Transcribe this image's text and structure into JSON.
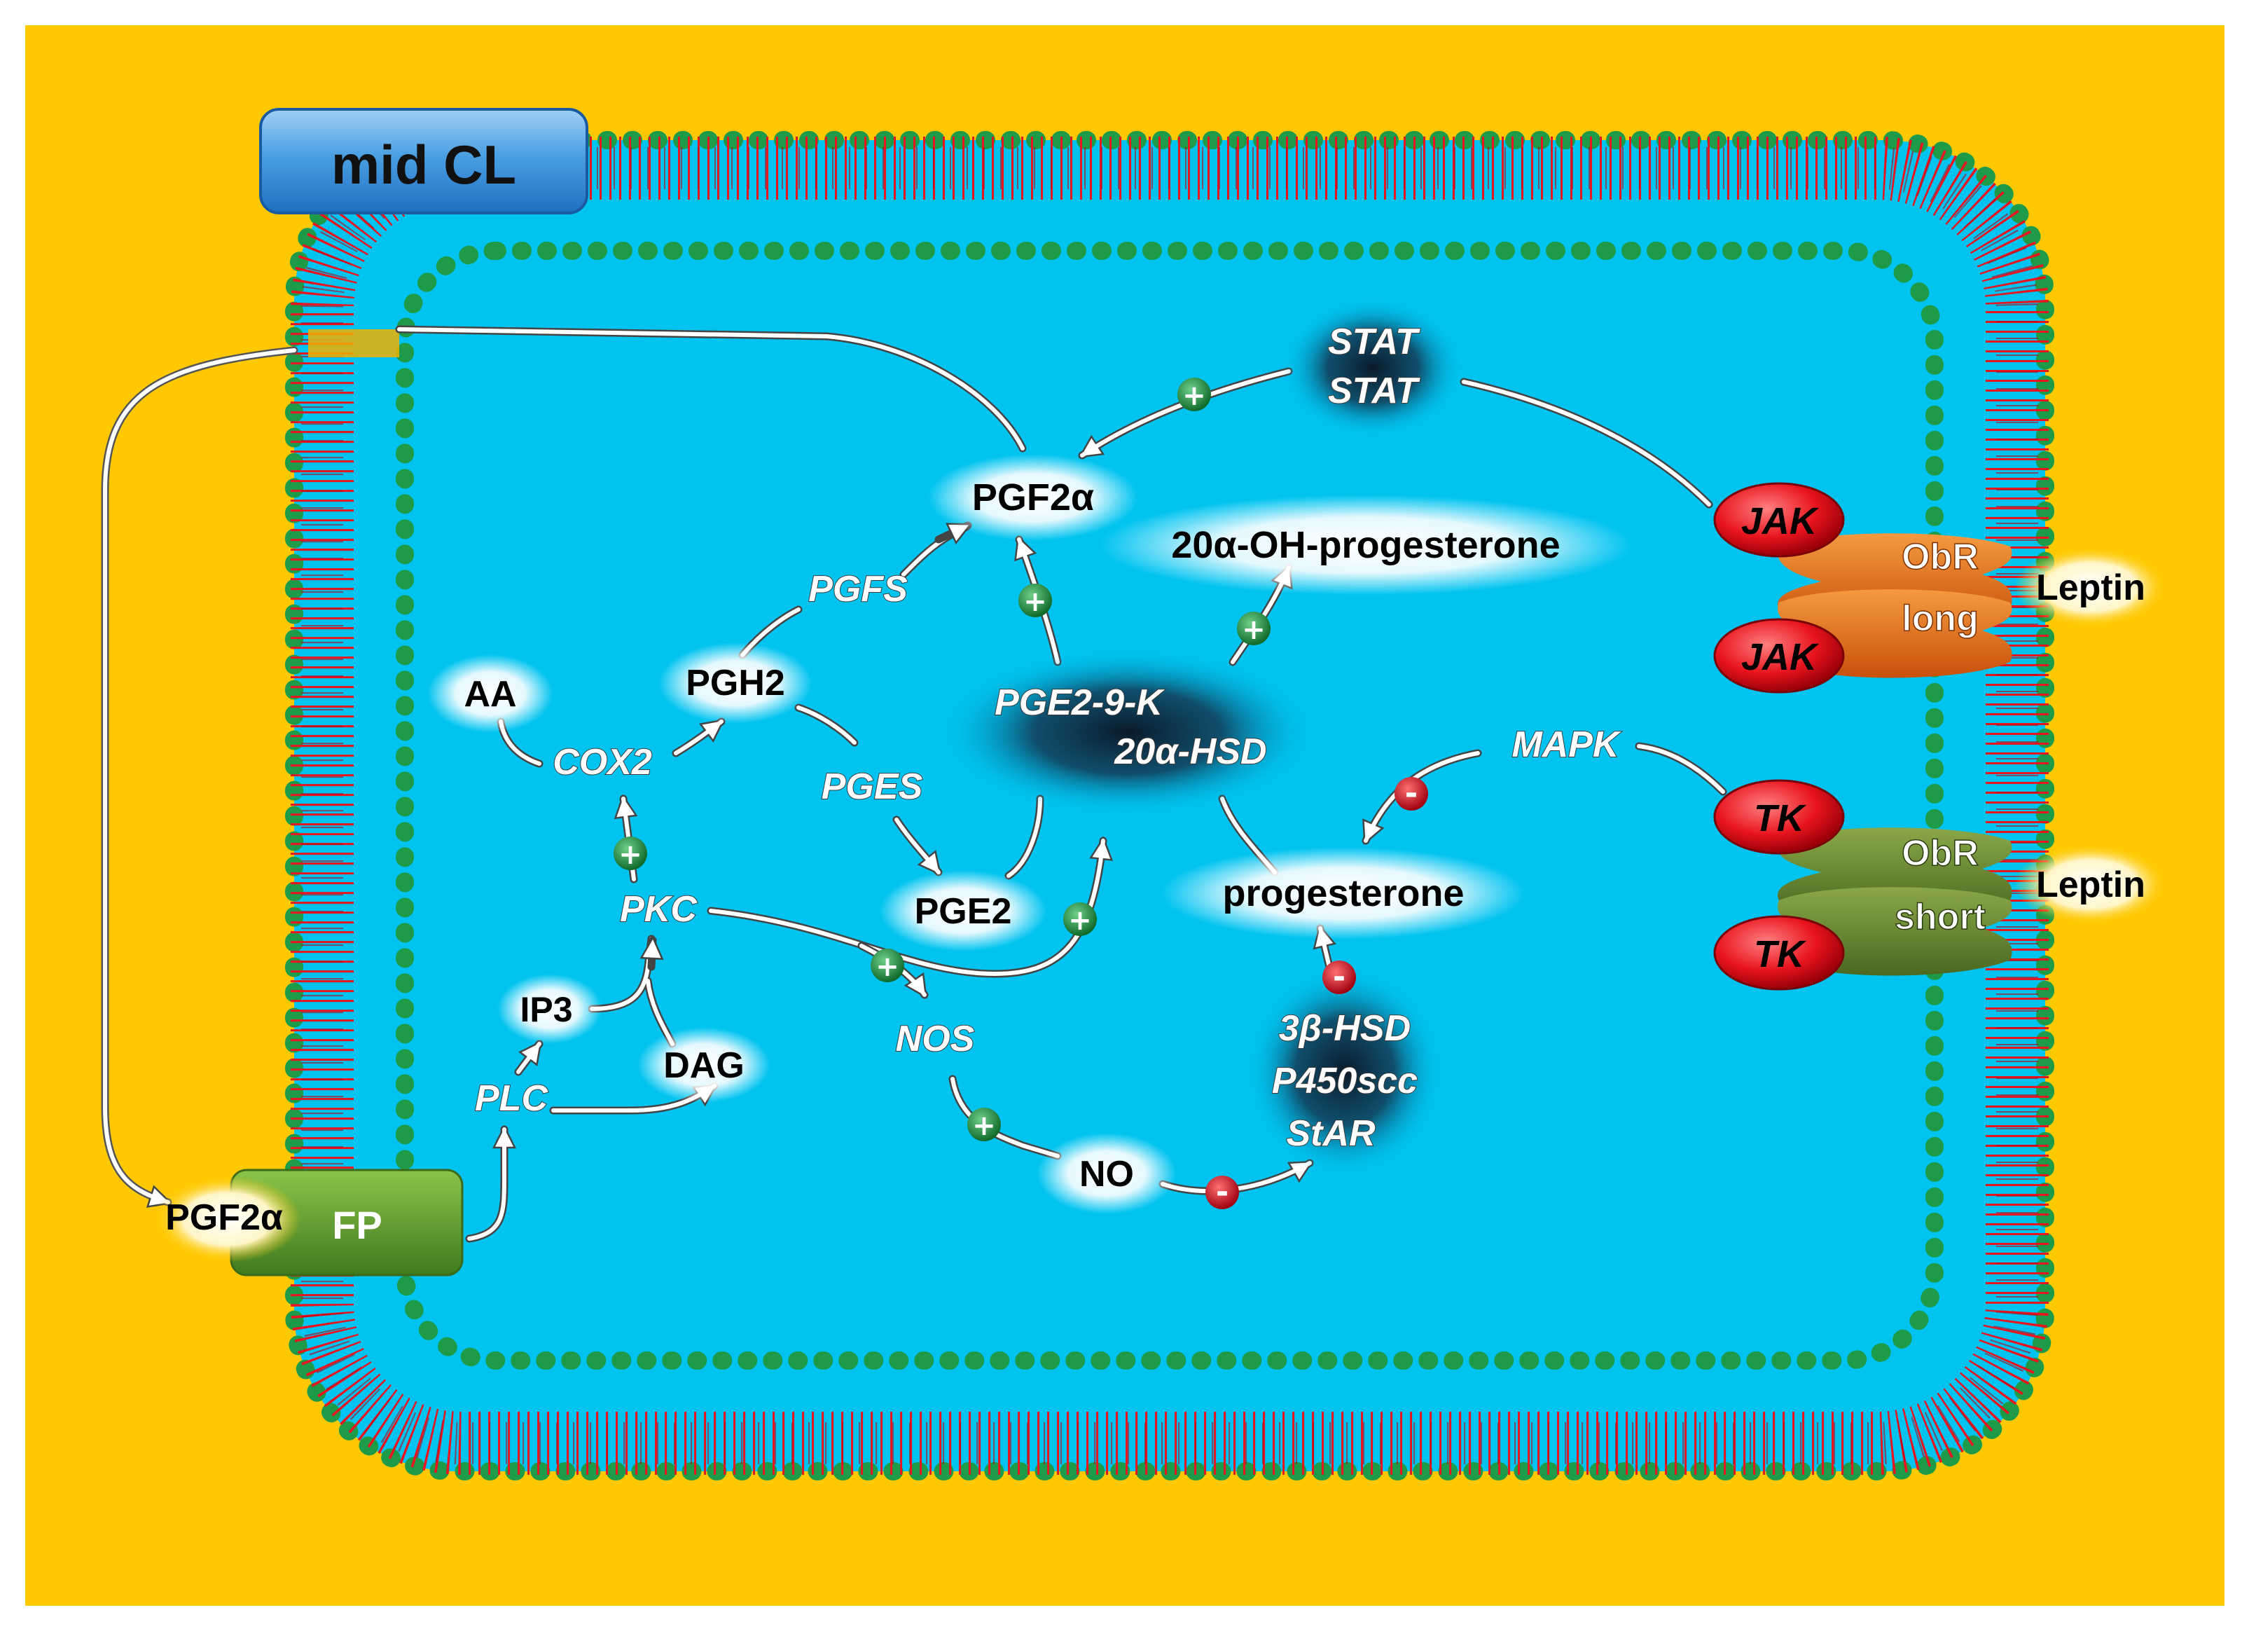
{
  "title_box": "mid CL",
  "colors": {
    "outside": "#FFC800",
    "cytoplasm": "#00C3F0",
    "membrane_head": "#1E9B48",
    "membrane_tail": "#E8141E",
    "receptor_fp": "#5C9A2C",
    "receptor_long": "#E86A10",
    "receptor_short": "#5C7A2A",
    "kinase": "#E8141E",
    "plus": "#1E8A3A",
    "minus": "#D0101A"
  },
  "nodes": {
    "pgf2a_top": "PGF2α",
    "pgf2a_ext": "PGF2α",
    "fp": "FP",
    "oh_prog": "20α-OH-progesterone",
    "pgfs": "PGFS",
    "pgh2": "PGH2",
    "aa": "AA",
    "cox2": "COX2",
    "pges": "PGES",
    "pge2": "PGE2",
    "pge29k": "PGE2-9-K",
    "hsd20": "20α-HSD",
    "pkc": "PKC",
    "ip3": "IP3",
    "dag": "DAG",
    "plc": "PLC",
    "nos": "NOS",
    "no": "NO",
    "progesterone": "progesterone",
    "hsd3b": "3β-HSD",
    "p450scc": "P450scc",
    "star": "StAR",
    "mapk": "MAPK",
    "stat1": "STAT",
    "stat2": "STAT",
    "jak1": "JAK",
    "jak2": "JAK",
    "obr_long_1": "ObR",
    "obr_long_2": "long",
    "leptin1": "Leptin",
    "tk1": "TK",
    "tk2": "TK",
    "obr_short_1": "ObR",
    "obr_short_2": "short",
    "leptin2": "Leptin"
  },
  "signs": {
    "plus": "+",
    "minus": "-"
  }
}
